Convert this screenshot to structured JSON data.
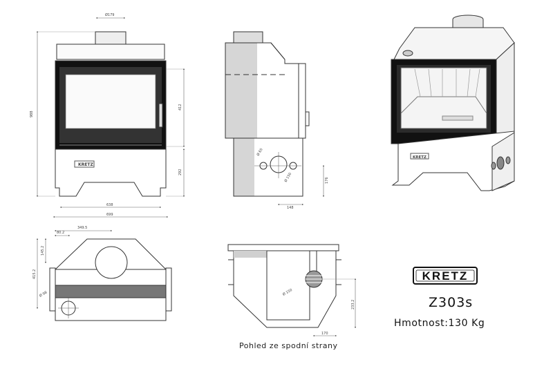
{
  "brand": {
    "logo_text": "KRETZ"
  },
  "product": {
    "model": "Z303s",
    "weight_label": "Hmotnost:130 Kg"
  },
  "views": {
    "bottom_caption": "Pohled ze spodní strany"
  },
  "dimensions": {
    "front": {
      "flue_diameter": "Ø179",
      "total_height": "988",
      "glass_height": "412",
      "base_height": "292",
      "inner_width": "638",
      "total_width": "699"
    },
    "side": {
      "small_hole": "Ø 65",
      "flue_hole": "Ø 150",
      "hole_height": "176",
      "hole_offset": "148"
    },
    "top": {
      "offset_a": "80.2",
      "offset_b": "349.5",
      "depth_a": "145.2",
      "depth_b": "415.2",
      "hole_diameter": "Ø 98"
    },
    "bottom": {
      "hole_diameter": "Ø 150",
      "height": "233.2",
      "offset": "170"
    }
  },
  "logo_colors": {
    "frame": "#111111",
    "text": "#111111"
  }
}
